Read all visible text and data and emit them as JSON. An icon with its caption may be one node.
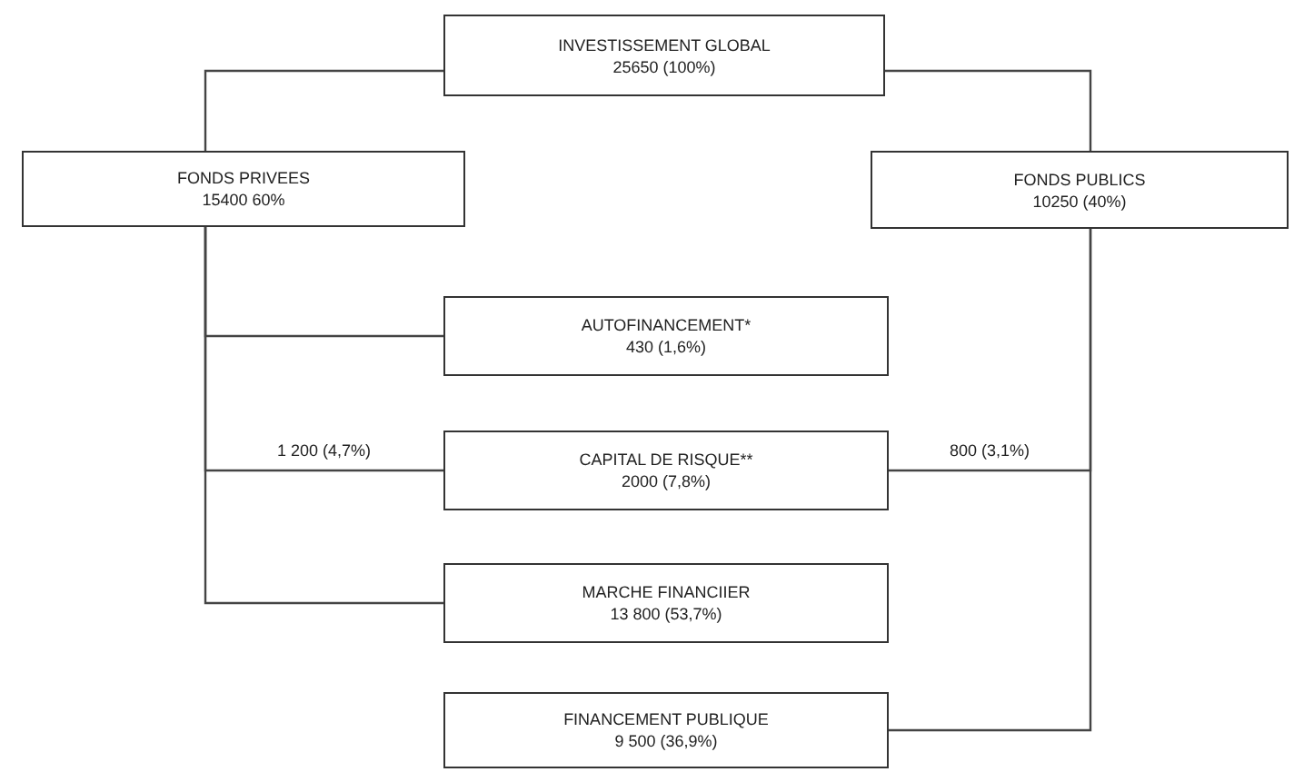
{
  "diagram": {
    "nodes": [
      {
        "text": [
          "INVESTISSEMENT GLOBAL",
          "25650 (100%)"
        ]
      },
      {
        "text": [
          "FONDS PRIVEES",
          "15400 60%"
        ]
      },
      {
        "text": [
          "FONDS PUBLICS",
          "10250 (40%)"
        ]
      },
      {
        "text": [
          "AUTOFINANCEMENT*",
          "430 (1,6%)"
        ]
      },
      {
        "text": [
          "CAPITAL DE RISQUE**",
          "2000 (7,8%)"
        ]
      },
      {
        "text": [
          "MARCHE FINANCIIER",
          "13 800 (53,7%)"
        ]
      },
      {
        "text": [
          "FINANCEMENT PUBLIQUE",
          "9 500 (36,9%)"
        ]
      }
    ],
    "edges": [
      {
        "from": 0,
        "to": 1,
        "arrow": "none"
      },
      {
        "from": 0,
        "to": 2,
        "arrow": "none"
      },
      {
        "from": 1,
        "to": 3,
        "arrow": "none"
      },
      {
        "from": 1,
        "to": 4,
        "arrow": "none",
        "label": "1 200 (4,7%)"
      },
      {
        "from": 1,
        "to": 5,
        "arrow": "none"
      },
      {
        "from": 2,
        "to": 4,
        "arrow": "none",
        "label": "800 (3,1%)"
      },
      {
        "from": 2,
        "to": 6,
        "arrow": "none"
      }
    ]
  }
}
